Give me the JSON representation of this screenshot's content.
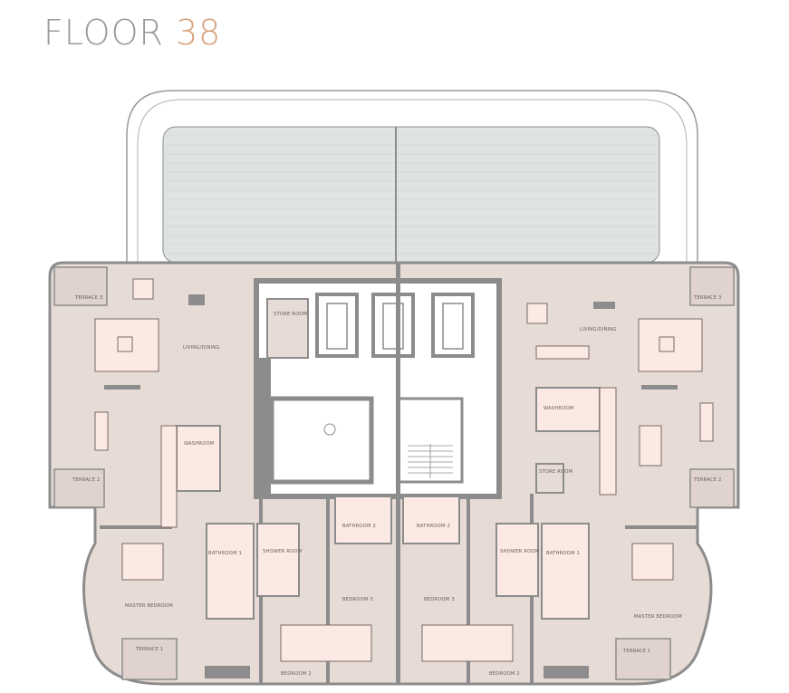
{
  "title": {
    "prefix": "FLOOR",
    "number": "38"
  },
  "colors": {
    "floor": "#e7dbd6",
    "wall": "#8c8c8c",
    "core": "#ffffff",
    "furniture": "#fbe9e3",
    "terrace_glass": "#dfe3e3",
    "accent": "#d7a07a"
  },
  "rooms": {
    "left_terrace_3": "TERRACE 3",
    "left_living": "LIVING/DINING",
    "left_washroom": "WASHROOM",
    "left_terrace_2": "TERRACE 2",
    "left_bath1": "BATHROOM 1",
    "left_shower": "SHOWER ROOM",
    "left_master": "MASTER BEDROOM",
    "left_terrace_1": "TERRACE 1",
    "left_bedroom2": "BEDROOM 2",
    "left_bedroom3": "BEDROOM 3",
    "left_bath2": "BATHROOM 2",
    "left_store": "STORE ROOM",
    "right_terrace_3": "TERRACE 3",
    "right_living": "LIVING/DINING",
    "right_washroom": "WASHROOM",
    "right_store": "STORE ROOM",
    "right_terrace_2": "TERRACE 2",
    "right_bath1": "BATHROOM 1",
    "right_shower": "SHOWER ROOM",
    "right_master": "MASTER BEDROOM",
    "right_terrace_1": "TERRACE 1",
    "right_bedroom2": "BEDROOM 2",
    "right_bedroom3": "BEDROOM 3",
    "right_bath2": "BATHROOM 2"
  }
}
